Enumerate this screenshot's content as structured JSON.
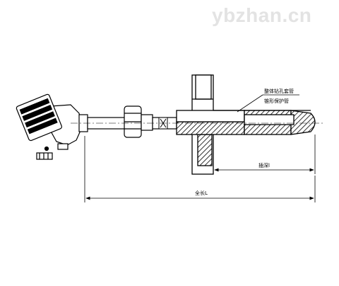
{
  "watermark": "ybzhan.cn",
  "annotations": {
    "note_line1": "整体钻孔套管",
    "note_line2": "锥形保护管",
    "insert_length": "插深l",
    "total_length": "全长L"
  }
}
